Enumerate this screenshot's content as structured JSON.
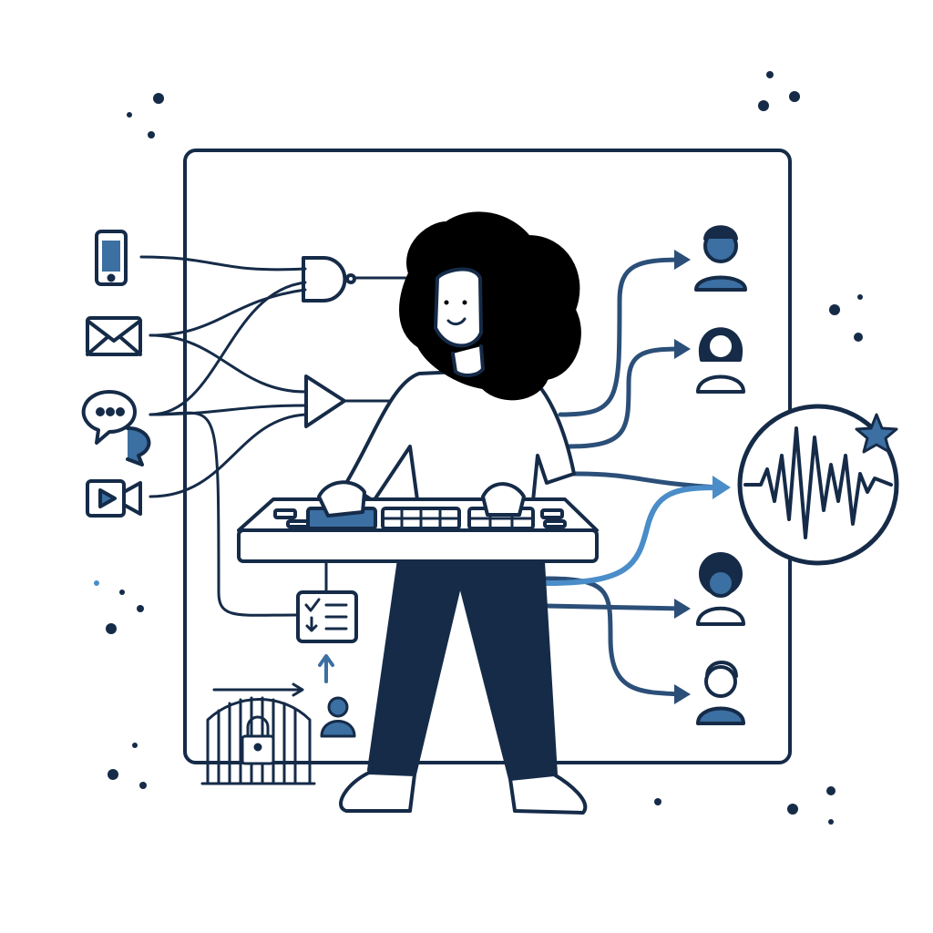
{
  "illustration": {
    "subject": "person-at-control-console",
    "colors": {
      "ink": "#152b48",
      "mid_blue": "#3c6fa2",
      "accent_blue": "#4a8dc8",
      "fill_light": "#ffffff",
      "hair": "#000000"
    },
    "inputs": [
      "phone-icon",
      "mail-icon",
      "chat-icon",
      "video-icon"
    ],
    "outputs": [
      "user-avatar-1",
      "user-avatar-2",
      "waveform-badge",
      "user-avatar-3",
      "user-avatar-4"
    ]
  }
}
